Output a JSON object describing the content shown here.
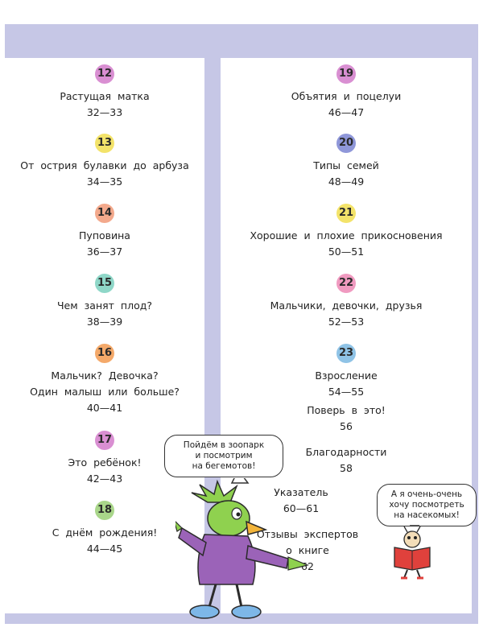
{
  "colors": {
    "background": "#c6c7e6",
    "column": "#ffffff",
    "badge_12": "#d98fd2",
    "badge_13": "#f3e36a",
    "badge_14": "#f3a98c",
    "badge_15": "#8fd7c8",
    "badge_16": "#f4a96a",
    "badge_17": "#d98fd2",
    "badge_18": "#a9d68a",
    "badge_19": "#d98fd2",
    "badge_20": "#8f97d9",
    "badge_21": "#f3e36a",
    "badge_22": "#f09ac0",
    "badge_23": "#8fc3e6"
  },
  "left_column": [
    {
      "num": "12",
      "title": "Растущая матка",
      "pages": "32—33"
    },
    {
      "num": "13",
      "title": "От острия булавки до арбуза",
      "pages": "34—35"
    },
    {
      "num": "14",
      "title": "Пуповина",
      "pages": "36—37"
    },
    {
      "num": "15",
      "title": "Чем занят плод?",
      "pages": "38—39"
    },
    {
      "num": "16",
      "title": "Мальчик? Девочка?",
      "title2": "Один малыш или больше?",
      "pages": "40—41"
    },
    {
      "num": "17",
      "title": "Это ребёнок!",
      "pages": "42—43"
    },
    {
      "num": "18",
      "title": "С днём рождения!",
      "pages": "44—45"
    }
  ],
  "right_column": [
    {
      "num": "19",
      "title": "Объятия и поцелуи",
      "pages": "46—47"
    },
    {
      "num": "20",
      "title": "Типы семей",
      "pages": "48—49"
    },
    {
      "num": "21",
      "title": "Хорошие и плохие прикосновения",
      "pages": "50—51"
    },
    {
      "num": "22",
      "title": "Мальчики, девочки, друзья",
      "pages": "52—53"
    },
    {
      "num": "23",
      "title": "Взросление",
      "pages": "54—55"
    },
    {
      "title": "Поверь в это!",
      "pages": "56"
    },
    {
      "title": "Благодарности",
      "pages": "58"
    },
    {
      "title": "Указатель",
      "pages": "60—61"
    },
    {
      "title": "Отзывы экспертов",
      "title2": "о книге",
      "pages": "62"
    }
  ],
  "bubbles": {
    "bird": [
      "Пойдём в зоопарк",
      "и посмотрим",
      "на бегемотов!"
    ],
    "bug": [
      "А я очень-очень",
      "хочу посмотреть",
      "на насекомых!"
    ]
  }
}
